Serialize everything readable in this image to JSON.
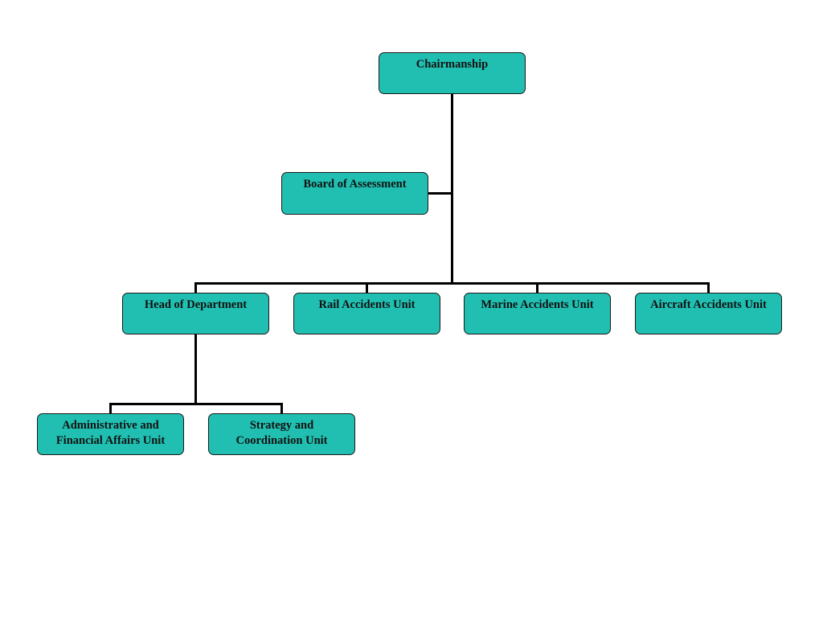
{
  "org_chart": {
    "chairmanship": "Chairmanship",
    "board": "Board of Assessment",
    "head": "Head of Department",
    "rail": "Rail Accidents Unit",
    "marine": "Marine Accidents Unit",
    "aircraft": "Aircraft Accidents Unit",
    "admin_line1": "Administrative and",
    "admin_line2": "Financial Affairs Unit",
    "strategy_line1": "Strategy and",
    "strategy_line2": "Coordination Unit"
  },
  "colors": {
    "box_fill": "#20BFB1",
    "line": "#000000"
  }
}
